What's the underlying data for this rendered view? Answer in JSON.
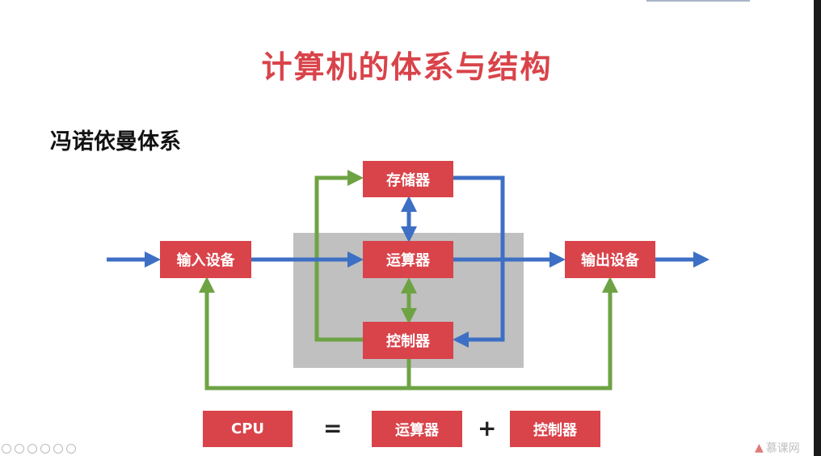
{
  "slide": {
    "title": "计算机的体系与结构",
    "subtitle": "冯诺依曼体系"
  },
  "diagram": {
    "storage": "存储器",
    "alu": "运算器",
    "control": "控制器",
    "input": "输入设备",
    "output": "输出设备"
  },
  "formula": {
    "cpu": "CPU",
    "equals": "=",
    "alu": "运算器",
    "plus": "+",
    "control": "控制器"
  },
  "watermark": "慕课网",
  "colors": {
    "box": "#d9434a",
    "data_flow": "#3d6fc4",
    "control_flow": "#6ea344",
    "cpu_region": "#c0c0c0",
    "title": "#d9434a"
  }
}
